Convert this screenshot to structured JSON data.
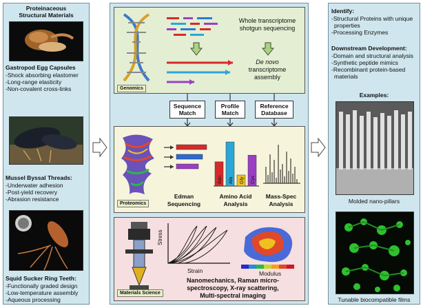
{
  "left": {
    "title": [
      "Proteinaceous",
      "Structural Materials"
    ],
    "gastropod": {
      "title": "Gastropod Egg Capsules",
      "items": [
        "-Shock absorbing elastomer",
        "-Long-range elasticity",
        "-Non-covalent cross-links"
      ]
    },
    "mussel": {
      "title": "Mussel Byssal Threads:",
      "items": [
        "-Underwater adhesion",
        "-Post-yield recovery",
        "-Abrasion resistance"
      ]
    },
    "squid": {
      "title": "Squid Sucker Ring Teeth:",
      "items": [
        "-Functionally graded design",
        "-Low-temperature assembly",
        "-Aqueous processing"
      ]
    }
  },
  "center": {
    "genomics": {
      "tag": "Genomics",
      "step1": [
        "Whole transcriptome",
        "shotgun sequencing"
      ],
      "step2_italic": "De novo",
      "step2": [
        "transcriptome",
        "assembly"
      ]
    },
    "connectors": [
      [
        "Sequence",
        "Match"
      ],
      [
        "Profile",
        "Match"
      ],
      [
        "Reference",
        "Database"
      ]
    ],
    "proteomics": {
      "tag": "Proteomics",
      "methods": [
        [
          "Edman",
          "Sequencing"
        ],
        [
          "Amino Acid",
          "Analysis"
        ],
        [
          "Mass-Spec",
          "Analysis"
        ]
      ],
      "amino_bars": [
        {
          "label": "Asn",
          "value": 0.55,
          "color": "#d62a2a"
        },
        {
          "label": "Ala",
          "value": 1.0,
          "color": "#2aa7d6"
        },
        {
          "label": "Gly",
          "value": 0.25,
          "color": "#f0c020"
        },
        {
          "label": "Cys",
          "value": 0.7,
          "color": "#9a3fc4"
        }
      ]
    },
    "materials": {
      "tag": "Materials Science",
      "stress_label": "Stress",
      "strain_label": "Strain",
      "modulus_label": "Modulus",
      "caption": [
        "Nanomechanics, Raman micro-",
        "spectroscopy, X-ray scattering,",
        "Multi-spectral imaging"
      ]
    }
  },
  "right": {
    "identify_title": "Identify:",
    "identify_items": [
      "-Structural Proteins with unique",
      "properties",
      "-Processing Enzymes"
    ],
    "downstream_title": "Downstream Development:",
    "downstream_items": [
      "-Domain and structural analysis",
      "-Synthetic peptide mimics",
      "-Recombinant protein-based",
      "materials"
    ],
    "examples_title": "Examples:",
    "caption1": "Molded nano-pillars",
    "caption2": "Tunable biocompatible films"
  },
  "colors": {
    "panel_bg": "#cfe6ee",
    "genomics_bg": "#e4eed3",
    "proteomics_bg": "#f6f5dc",
    "materials_bg": "#f6dfe0",
    "arrow_green": "#a8d57a"
  }
}
